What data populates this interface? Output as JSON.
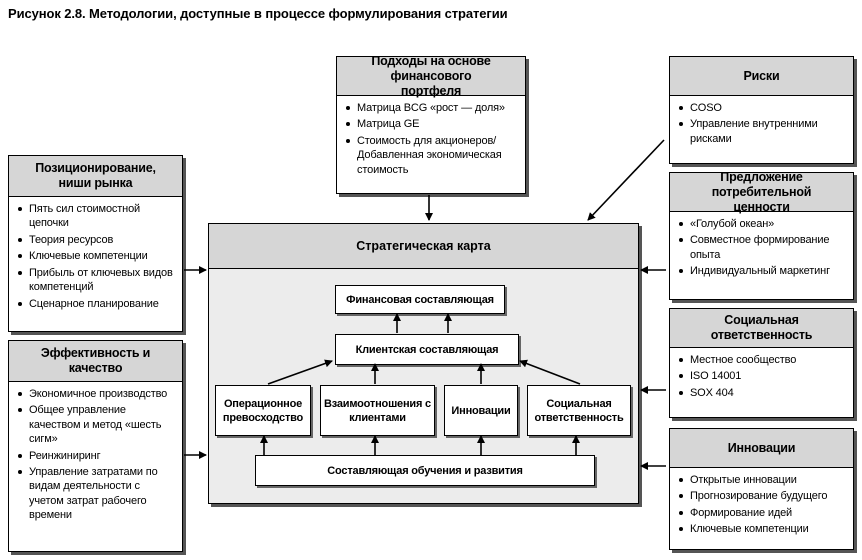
{
  "caption": "Рисунок 2.8. Методологии, доступные в процессе формулирования стратегии",
  "portfolio": {
    "title": "Подходы на основе финансового портфеля",
    "items": [
      "Матрица BCG «рост — доля»",
      "Матрица GE",
      "Стоимость для акционеров/ Добавленная экономическая стоимость"
    ]
  },
  "risks": {
    "title": "Риски",
    "items": [
      "COSO",
      "Управление внутренними рисками"
    ]
  },
  "positioning": {
    "title": "Позиционирование, ниши рынка",
    "items": [
      "Пять сил стоимостной цепочки",
      "Теория ресурсов",
      "Ключевые компетенции",
      "Прибыль от ключевых видов компетенций",
      "Сценарное планирование"
    ]
  },
  "value_proposition": {
    "title": "Предложение потребительной ценности",
    "items": [
      "«Голубой океан»",
      "Совместное формирование опыта",
      "Индивидуальный маркетинг"
    ]
  },
  "efficiency": {
    "title": "Эффективность и качество",
    "items": [
      "Экономичное производство",
      "Общее управление качеством и метод «шесть сигм»",
      "Реинжиниринг",
      "Управление затратами по видам деятельности с учетом затрат рабочего времени"
    ]
  },
  "social": {
    "title": "Социальная ответственность",
    "items": [
      "Местное сообщество",
      "ISO 14001",
      "SOX 404"
    ]
  },
  "innovation": {
    "title": "Инновации",
    "items": [
      "Открытые инновации",
      "Прогнозирование будущего",
      "Формирование идей",
      "Ключевые компетенции"
    ]
  },
  "strategy_map": {
    "title": "Стратегическая карта",
    "financial": "Финансовая составляющая",
    "customer": "Клиентская составляющая",
    "operational": "Операционное превосходство",
    "relations": "Взаимоотношения с клиентами",
    "innovations": "Инновации",
    "social": "Социальная ответственность",
    "learning": "Составляющая обучения и развития"
  }
}
